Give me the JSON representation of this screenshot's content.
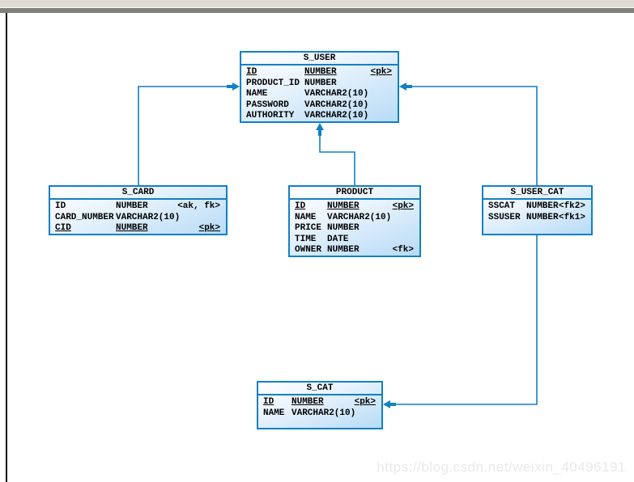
{
  "diagram": {
    "tables": [
      {
        "name": "S_USER",
        "columns": [
          {
            "name": "ID",
            "type": "NUMBER",
            "key": "<pk>",
            "pk": true
          },
          {
            "name": "PRODUCT_ID",
            "type": "NUMBER",
            "key": "",
            "pk": false
          },
          {
            "name": "NAME",
            "type": "VARCHAR2(10)",
            "key": "",
            "pk": false
          },
          {
            "name": "PASSWORD",
            "type": "VARCHAR2(10)",
            "key": "",
            "pk": false
          },
          {
            "name": "AUTHORITY",
            "type": "VARCHAR2(10)",
            "key": "",
            "pk": false
          }
        ]
      },
      {
        "name": "S_CARD",
        "columns": [
          {
            "name": "ID",
            "type": "NUMBER",
            "key": "<ak, fk>",
            "pk": false
          },
          {
            "name": "CARD_NUMBER",
            "type": "VARCHAR2(10)",
            "key": "",
            "pk": false
          },
          {
            "name": "CID",
            "type": "NUMBER",
            "key": "<pk>",
            "pk": true
          }
        ]
      },
      {
        "name": "PRODUCT",
        "columns": [
          {
            "name": "ID",
            "type": "NUMBER",
            "key": "<pk>",
            "pk": true
          },
          {
            "name": "NAME",
            "type": "VARCHAR2(10)",
            "key": "",
            "pk": false
          },
          {
            "name": "PRICE",
            "type": "NUMBER",
            "key": "",
            "pk": false
          },
          {
            "name": "TIME",
            "type": "DATE",
            "key": "",
            "pk": false
          },
          {
            "name": "OWNER",
            "type": "NUMBER",
            "key": "<fk>",
            "pk": false
          }
        ]
      },
      {
        "name": "S_USER_CAT",
        "columns": [
          {
            "name": "SSCAT",
            "type": "NUMBER",
            "key": "<fk2>",
            "pk": false
          },
          {
            "name": "SSUSER",
            "type": "NUMBER",
            "key": "<fk1>",
            "pk": false
          }
        ]
      },
      {
        "name": "S_CAT",
        "columns": [
          {
            "name": "ID",
            "type": "NUMBER",
            "key": "<pk>",
            "pk": true
          },
          {
            "name": "NAME",
            "type": "VARCHAR2(10)",
            "key": "",
            "pk": false
          }
        ]
      }
    ],
    "relations": [
      {
        "from": "S_CARD",
        "to": "S_USER"
      },
      {
        "from": "PRODUCT",
        "to": "S_USER"
      },
      {
        "from": "S_USER_CAT",
        "to": "S_USER"
      },
      {
        "from": "S_USER_CAT",
        "to": "S_CAT"
      }
    ]
  },
  "colors": {
    "table_border": "#1280c4",
    "relation_line": "#1280c4",
    "table_fill_top": "#ffffff",
    "table_fill_bottom": "#b7dbf6",
    "chrome_light": "#dedad3",
    "chrome_dark": "#7f7f7f"
  },
  "watermark": "https://blog.csdn.net/weixin_40496191"
}
